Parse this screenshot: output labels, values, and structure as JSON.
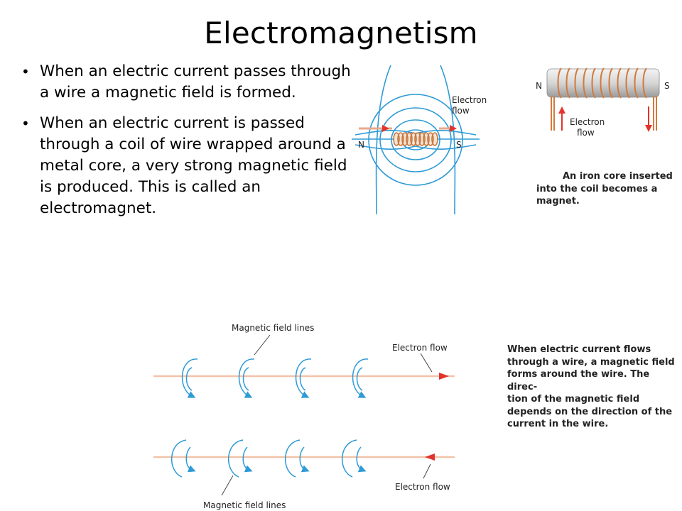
{
  "title": "Electromagnetism",
  "bullets": [
    "When an electric current passes through a wire a magnetic field is formed.",
    "When an electric current is passed through a coil of wire wrapped around a metal core, a very strong magnetic field is produced. This is called an electromagnet."
  ],
  "figure_solenoid": {
    "electron_label_1": "Electron",
    "electron_label_2": "flow",
    "pole_n": "N",
    "pole_s": "S"
  },
  "figure_iron_core": {
    "pole_n": "N",
    "pole_s": "S",
    "electron_label_1": "Electron",
    "electron_label_2": "flow",
    "caption_1": "An iron core inserted",
    "caption_2": "into the coil becomes a",
    "caption_3": "magnet."
  },
  "figure_wire": {
    "field_lines_top": "Magnetic field lines",
    "electron_flow_top": "Electron flow",
    "electron_flow_bottom": "Electron flow",
    "field_lines_bottom": "Magnetic field lines",
    "caption": [
      "When electric current flows",
      "through a wire,  a magnetic field",
      "forms around the wire. The direc-",
      "tion of the magnetic field",
      "depends on the direction of the",
      "current in the wire."
    ]
  },
  "colors": {
    "field_line": "#2e9bd6",
    "coil": "#d98a4e",
    "arrow_red": "#e2332c",
    "wire": "#f2c2a8"
  }
}
